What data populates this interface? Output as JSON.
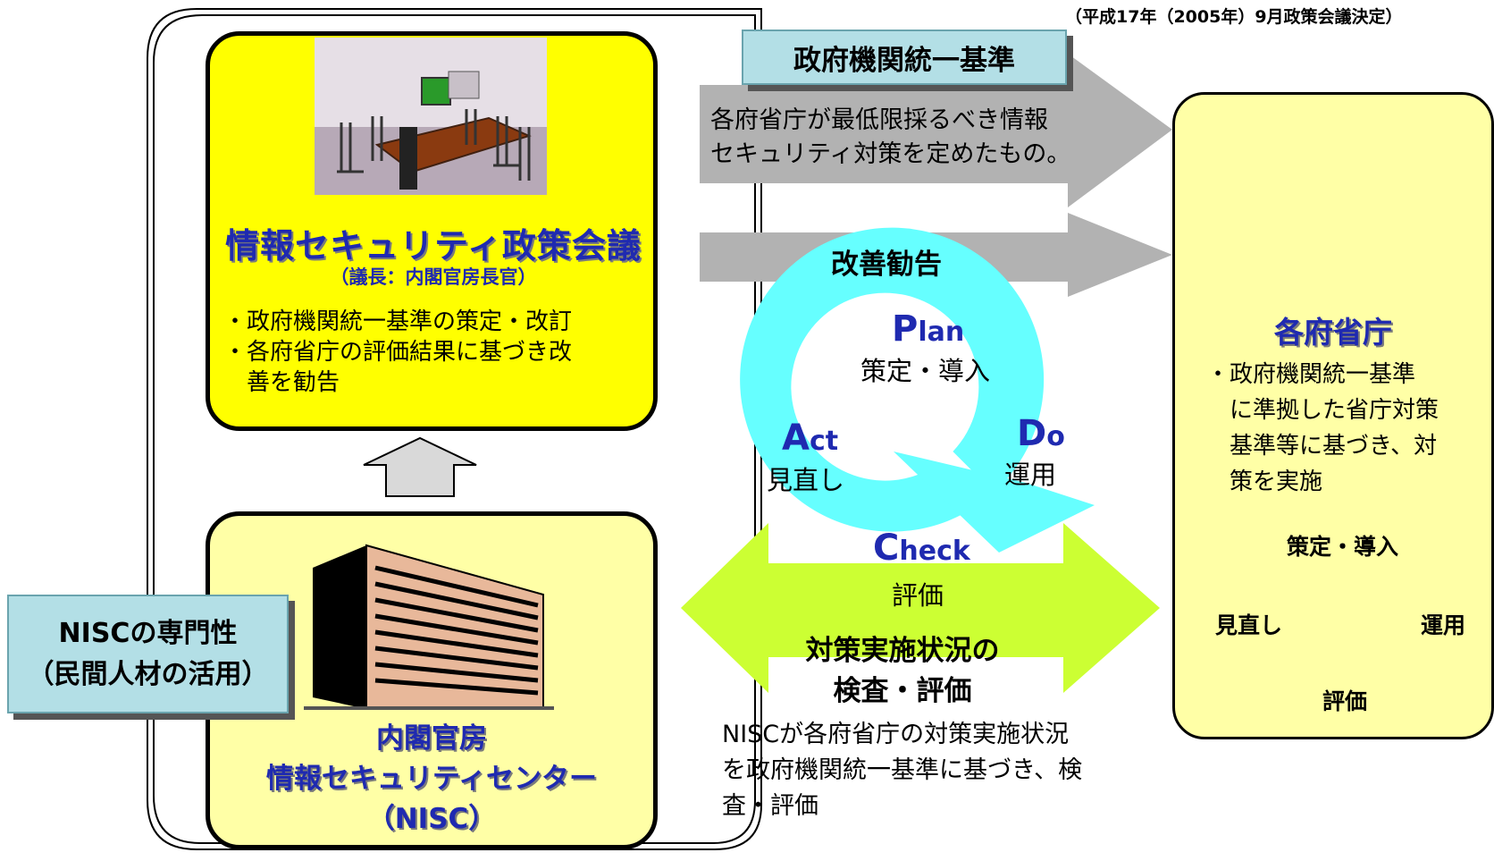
{
  "note": "（平成17年（2005年）9月政策会議決定）",
  "standard": {
    "label": "政府機関統一基準",
    "description_lines": [
      "各府省庁が最低限採るべき情報",
      "セキュリティ対策を定めたもの。"
    ]
  },
  "advice_label": "改善勧告",
  "council": {
    "title": "情報セキュリティ政策会議",
    "chair": "（議長：内閣官房長官）",
    "bullets": [
      "・政府機関統一基準の策定・改訂",
      "・各府省庁の評価結果に基づき改",
      "　善を勧告"
    ]
  },
  "nisc": {
    "line1": "内閣官房",
    "line2": "情報セキュリティセンター",
    "line3": "（NISC）"
  },
  "expertise": {
    "line1": "NISCの専門性",
    "line2": "（民間人材の活用）"
  },
  "pdca": {
    "plan_initial": "P",
    "plan_rest": "lan",
    "plan_sub": "策定・導入",
    "do_initial": "D",
    "do_rest": "o",
    "do_sub": "運用",
    "check_initial": "C",
    "check_rest": "heck",
    "check_sub": "評価",
    "act_initial": "A",
    "act_rest": "ct",
    "act_sub": "見直し"
  },
  "inspection": {
    "line1": "対策実施状況の",
    "line2": "検査・評価",
    "desc_lines": [
      "NISCが各府省庁の対策実施状況",
      "を政府機関統一基準に基づき、検",
      "査・評価"
    ]
  },
  "ministries": {
    "title": "各府省庁",
    "bullets": [
      "・政府機関統一基準",
      "　に準拠した省庁対策",
      "　基準等に基づき、対",
      "　策を実施"
    ],
    "cycle": {
      "top": "策定・導入",
      "right": "運用",
      "bottom": "評価",
      "left": "見直し"
    }
  },
  "colors": {
    "council_fill": "#ffff00",
    "nisc_fill": "#ffffa6",
    "label_fill": "#b3dfe6",
    "cycle_fill": "#66ffff",
    "inspect_arrow": "#ccff33",
    "gray_arrow": "#b2b2b2",
    "title_blue": "#1f2ab0"
  }
}
